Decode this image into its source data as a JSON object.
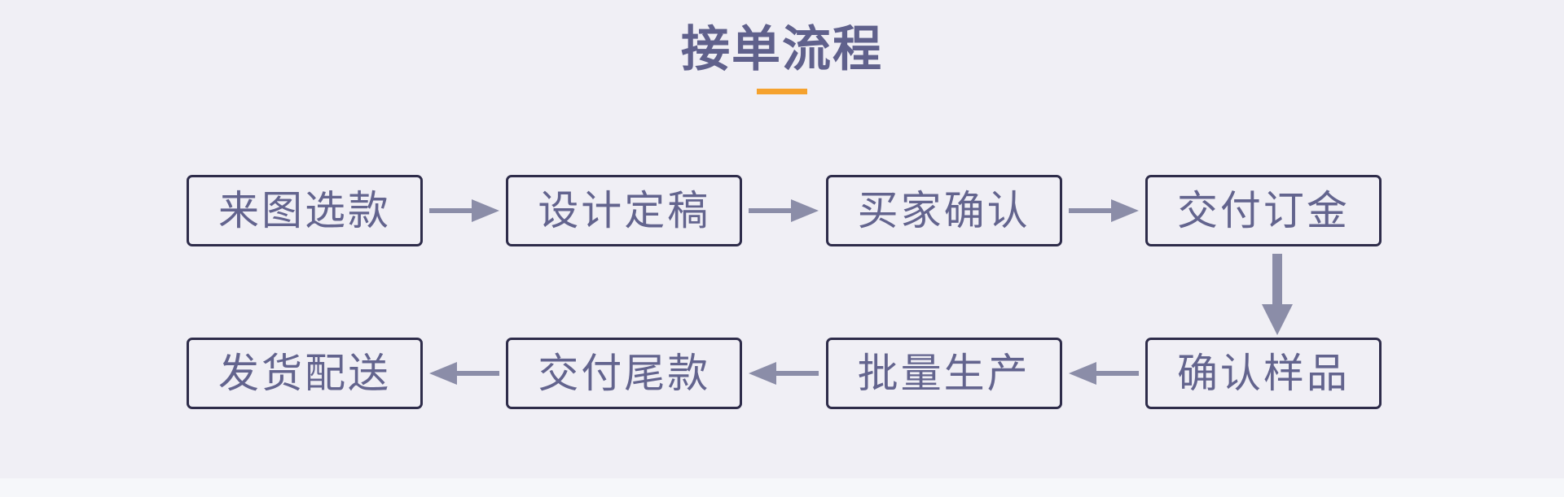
{
  "page": {
    "title": "接单流程",
    "background_color": "#f0eff5",
    "accent_color": "#f5a22e",
    "node_border_color": "#2e2c4a",
    "node_text_color": "#63648e",
    "arrow_color": "#8b8da8"
  },
  "diagram": {
    "type": "flowchart",
    "direction": "serpentine-left-to-right-then-right-to-left",
    "rows": [
      {
        "id": "row-1",
        "flow": "left-to-right",
        "nodes": [
          {
            "id": "node-1",
            "label": "来图选款"
          },
          {
            "id": "node-2",
            "label": "设计定稿"
          },
          {
            "id": "node-3",
            "label": "买家确认"
          },
          {
            "id": "node-4",
            "label": "交付订金"
          }
        ],
        "connectors": [
          {
            "id": "arrow-1-2",
            "direction": "right"
          },
          {
            "id": "arrow-2-3",
            "direction": "right"
          },
          {
            "id": "arrow-3-4",
            "direction": "right"
          }
        ]
      },
      {
        "id": "row-2",
        "flow": "right-to-left",
        "nodes": [
          {
            "id": "node-8",
            "label": "发货配送"
          },
          {
            "id": "node-7",
            "label": "交付尾款"
          },
          {
            "id": "node-6",
            "label": "批量生产"
          },
          {
            "id": "node-5",
            "label": "确认样品"
          }
        ],
        "connectors": [
          {
            "id": "arrow-7-8",
            "direction": "left"
          },
          {
            "id": "arrow-6-7",
            "direction": "left"
          },
          {
            "id": "arrow-5-6",
            "direction": "left"
          }
        ]
      }
    ],
    "row_connector": {
      "id": "arrow-4-5",
      "direction": "down"
    },
    "sequence": [
      "来图选款",
      "设计定稿",
      "买家确认",
      "交付订金",
      "确认样品",
      "批量生产",
      "交付尾款",
      "发货配送"
    ]
  }
}
